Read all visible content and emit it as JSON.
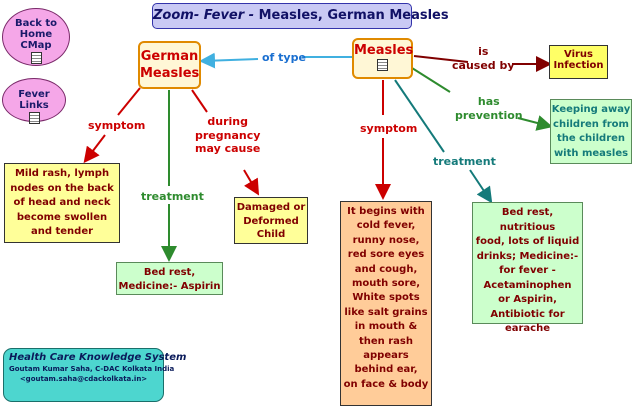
{
  "title": "Zoom- Fever -  Measles, German Measles",
  "title_prefix": "Zoom- Fever - ",
  "title_main": " Measles, German Measles",
  "nav": {
    "back_home": "Back to\nHome CMap",
    "fever_links": "Fever Links"
  },
  "nodes": {
    "german_measles": "German\nMeasles",
    "measles": "Measles",
    "virus_infection": "Virus\nInfection",
    "keeping_away": "Keeping away\nchildren from\nthe children\nwith measles",
    "german_symptom_text": "Mild rash, lymph\nnodes on the back\nof head and neck\nbecome swollen\nand tender",
    "german_treatment_text": "Bed rest,\nMedicine:- Aspirin",
    "pregnancy_effect": "Damaged or\nDeformed\nChild",
    "measles_symptom_text": "It begins with\ncold fever,\nrunny nose,\nred sore eyes\nand cough,\nmouth sore,\nWhite spots\nlike salt grains\nin mouth &\nthen rash\nappears\nbehind ear,\non face & body",
    "measles_treatment_text": "Bed rest, nutritious\nfood, lots of liquid\ndrinks; Medicine:-\nfor fever -\nAcetaminophen\nor Aspirin,\nAntibiotic for\nearache"
  },
  "links": {
    "of_type": "of type",
    "symptom_gm": "symptom",
    "treatment_gm": "treatment",
    "pregnancy": "during\npregnancy\nmay cause",
    "caused_by": "is\ncaused by",
    "has_prevention": "has\nprevention",
    "treatment_m": "treatment",
    "symptom_m": "symptom"
  },
  "footer": {
    "title": "Health Care Knowledge System",
    "author": "Goutam Kumar Saha, C-DAC Kolkata India",
    "email": "<goutam.saha@cdackolkata.in>"
  },
  "colors": {
    "red": "#cc0000",
    "green": "#2e8b2e",
    "teal": "#147a7a",
    "dark_red": "#800000",
    "blue": "#1a6fd0",
    "sky": "#40b0e0"
  }
}
